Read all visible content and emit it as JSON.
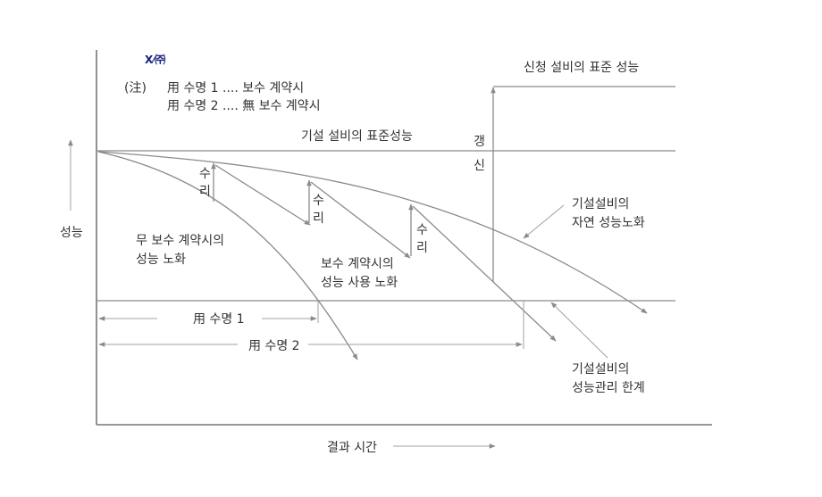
{
  "logo_text": "Ⅹ⁄㈜",
  "note": {
    "marker": "(注)",
    "line1": "用 수명 1 .... 보수 계약시",
    "line2": "用 수명 2 .... 無 보수 계약시"
  },
  "labels": {
    "y_axis": "성능",
    "x_axis": "결과 시간",
    "existing_standard": "기설 설비의 표준성능",
    "new_standard": "신청 설비의 표준 성능",
    "renewal_1": "갱",
    "renewal_2": "신",
    "repair_top": "수",
    "repair_bottom": "리",
    "no_contract_1": "무 보수 계약시의",
    "no_contract_2": "성능 노화",
    "contract_1": "보수 계약시의",
    "contract_2": "성능 사용 노화",
    "natural_1": "기설설비의",
    "natural_2": "자연 성능노화",
    "limit_1": "기설설비의",
    "limit_2": "성능관리 한계",
    "life1": "用 수명 1",
    "life2": "用 수명 2"
  }
}
